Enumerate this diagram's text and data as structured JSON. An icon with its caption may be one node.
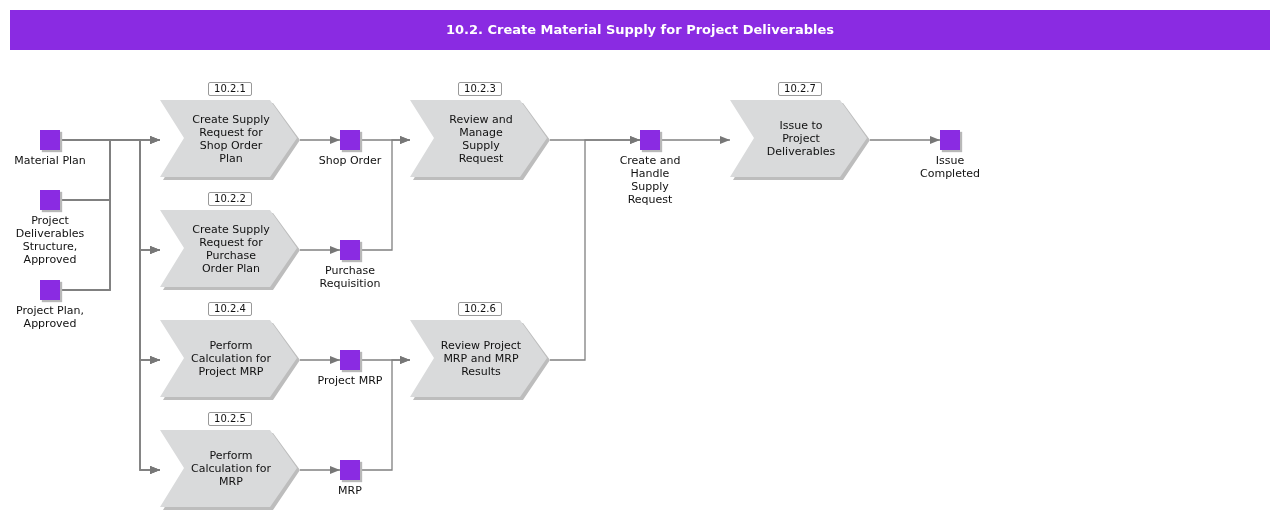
{
  "diagram": {
    "title": "10.2. Create Material Supply for Project Deliverables",
    "nodes": [
      {
        "text": [],
        "shape": "box",
        "beside": [
          "Material Plan"
        ]
      },
      {
        "text": [],
        "shape": "box",
        "beside": [
          "Project Deliverables Structure, Approved"
        ]
      },
      {
        "text": [],
        "shape": "box",
        "beside": [
          "Project Plan, Approved"
        ]
      },
      {
        "text": [
          "Create Supply Request for Shop Order Plan"
        ],
        "beside": [
          "10.2.1"
        ]
      },
      {
        "text": [
          "Create Supply Request for Purchase Order Plan"
        ],
        "beside": [
          "10.2.2"
        ]
      },
      {
        "text": [
          "Perform Calculation for Project MRP"
        ],
        "beside": [
          "10.2.4"
        ]
      },
      {
        "text": [
          "Perform Calculation for MRP"
        ],
        "beside": [
          "10.2.5"
        ]
      },
      {
        "text": [],
        "shape": "box",
        "beside": [
          "Shop Order"
        ]
      },
      {
        "text": [],
        "shape": "box",
        "beside": [
          "Purchase Requisition"
        ]
      },
      {
        "text": [],
        "shape": "box",
        "beside": [
          "Project MRP"
        ]
      },
      {
        "text": [],
        "shape": "box",
        "beside": [
          "MRP"
        ]
      },
      {
        "text": [
          "Review and Manage Supply Request"
        ],
        "beside": [
          "10.2.3"
        ]
      },
      {
        "text": [
          "Review Project MRP and MRP Results"
        ],
        "beside": [
          "10.2.6"
        ]
      },
      {
        "text": [],
        "shape": "box",
        "beside": [
          "Create and Handle Supply Request"
        ]
      },
      {
        "text": [
          "Issue to Project Deliverables"
        ],
        "beside": [
          "10.2.7"
        ]
      },
      {
        "text": [],
        "shape": "box",
        "beside": [
          "Issue Completed"
        ]
      }
    ],
    "edges": [
      {
        "from": 0,
        "to": 3,
        "arrow": "to"
      },
      {
        "from": 0,
        "to": 4,
        "arrow": "to"
      },
      {
        "from": 0,
        "to": 5,
        "arrow": "to"
      },
      {
        "from": 0,
        "to": 6,
        "arrow": "to"
      },
      {
        "from": 1,
        "to": 3,
        "arrow": "to"
      },
      {
        "from": 1,
        "to": 4,
        "arrow": "to"
      },
      {
        "from": 1,
        "to": 5,
        "arrow": "to"
      },
      {
        "from": 1,
        "to": 6,
        "arrow": "to"
      },
      {
        "from": 2,
        "to": 3,
        "arrow": "to"
      },
      {
        "from": 2,
        "to": 4,
        "arrow": "to"
      },
      {
        "from": 2,
        "to": 5,
        "arrow": "to"
      },
      {
        "from": 2,
        "to": 6,
        "arrow": "to"
      },
      {
        "from": 3,
        "to": 7,
        "arrow": "to"
      },
      {
        "from": 4,
        "to": 8,
        "arrow": "to"
      },
      {
        "from": 5,
        "to": 9,
        "arrow": "to"
      },
      {
        "from": 6,
        "to": 10,
        "arrow": "to"
      },
      {
        "from": 7,
        "to": 11,
        "arrow": "to"
      },
      {
        "from": 8,
        "to": 11,
        "arrow": "to"
      },
      {
        "from": 9,
        "to": 12,
        "arrow": "to"
      },
      {
        "from": 10,
        "to": 12,
        "arrow": "to"
      },
      {
        "from": 11,
        "to": 13,
        "arrow": "to"
      },
      {
        "from": 12,
        "to": 13,
        "arrow": "to"
      },
      {
        "from": 13,
        "to": 14,
        "arrow": "to"
      },
      {
        "from": 14,
        "to": 15,
        "arrow": "to"
      }
    ]
  }
}
